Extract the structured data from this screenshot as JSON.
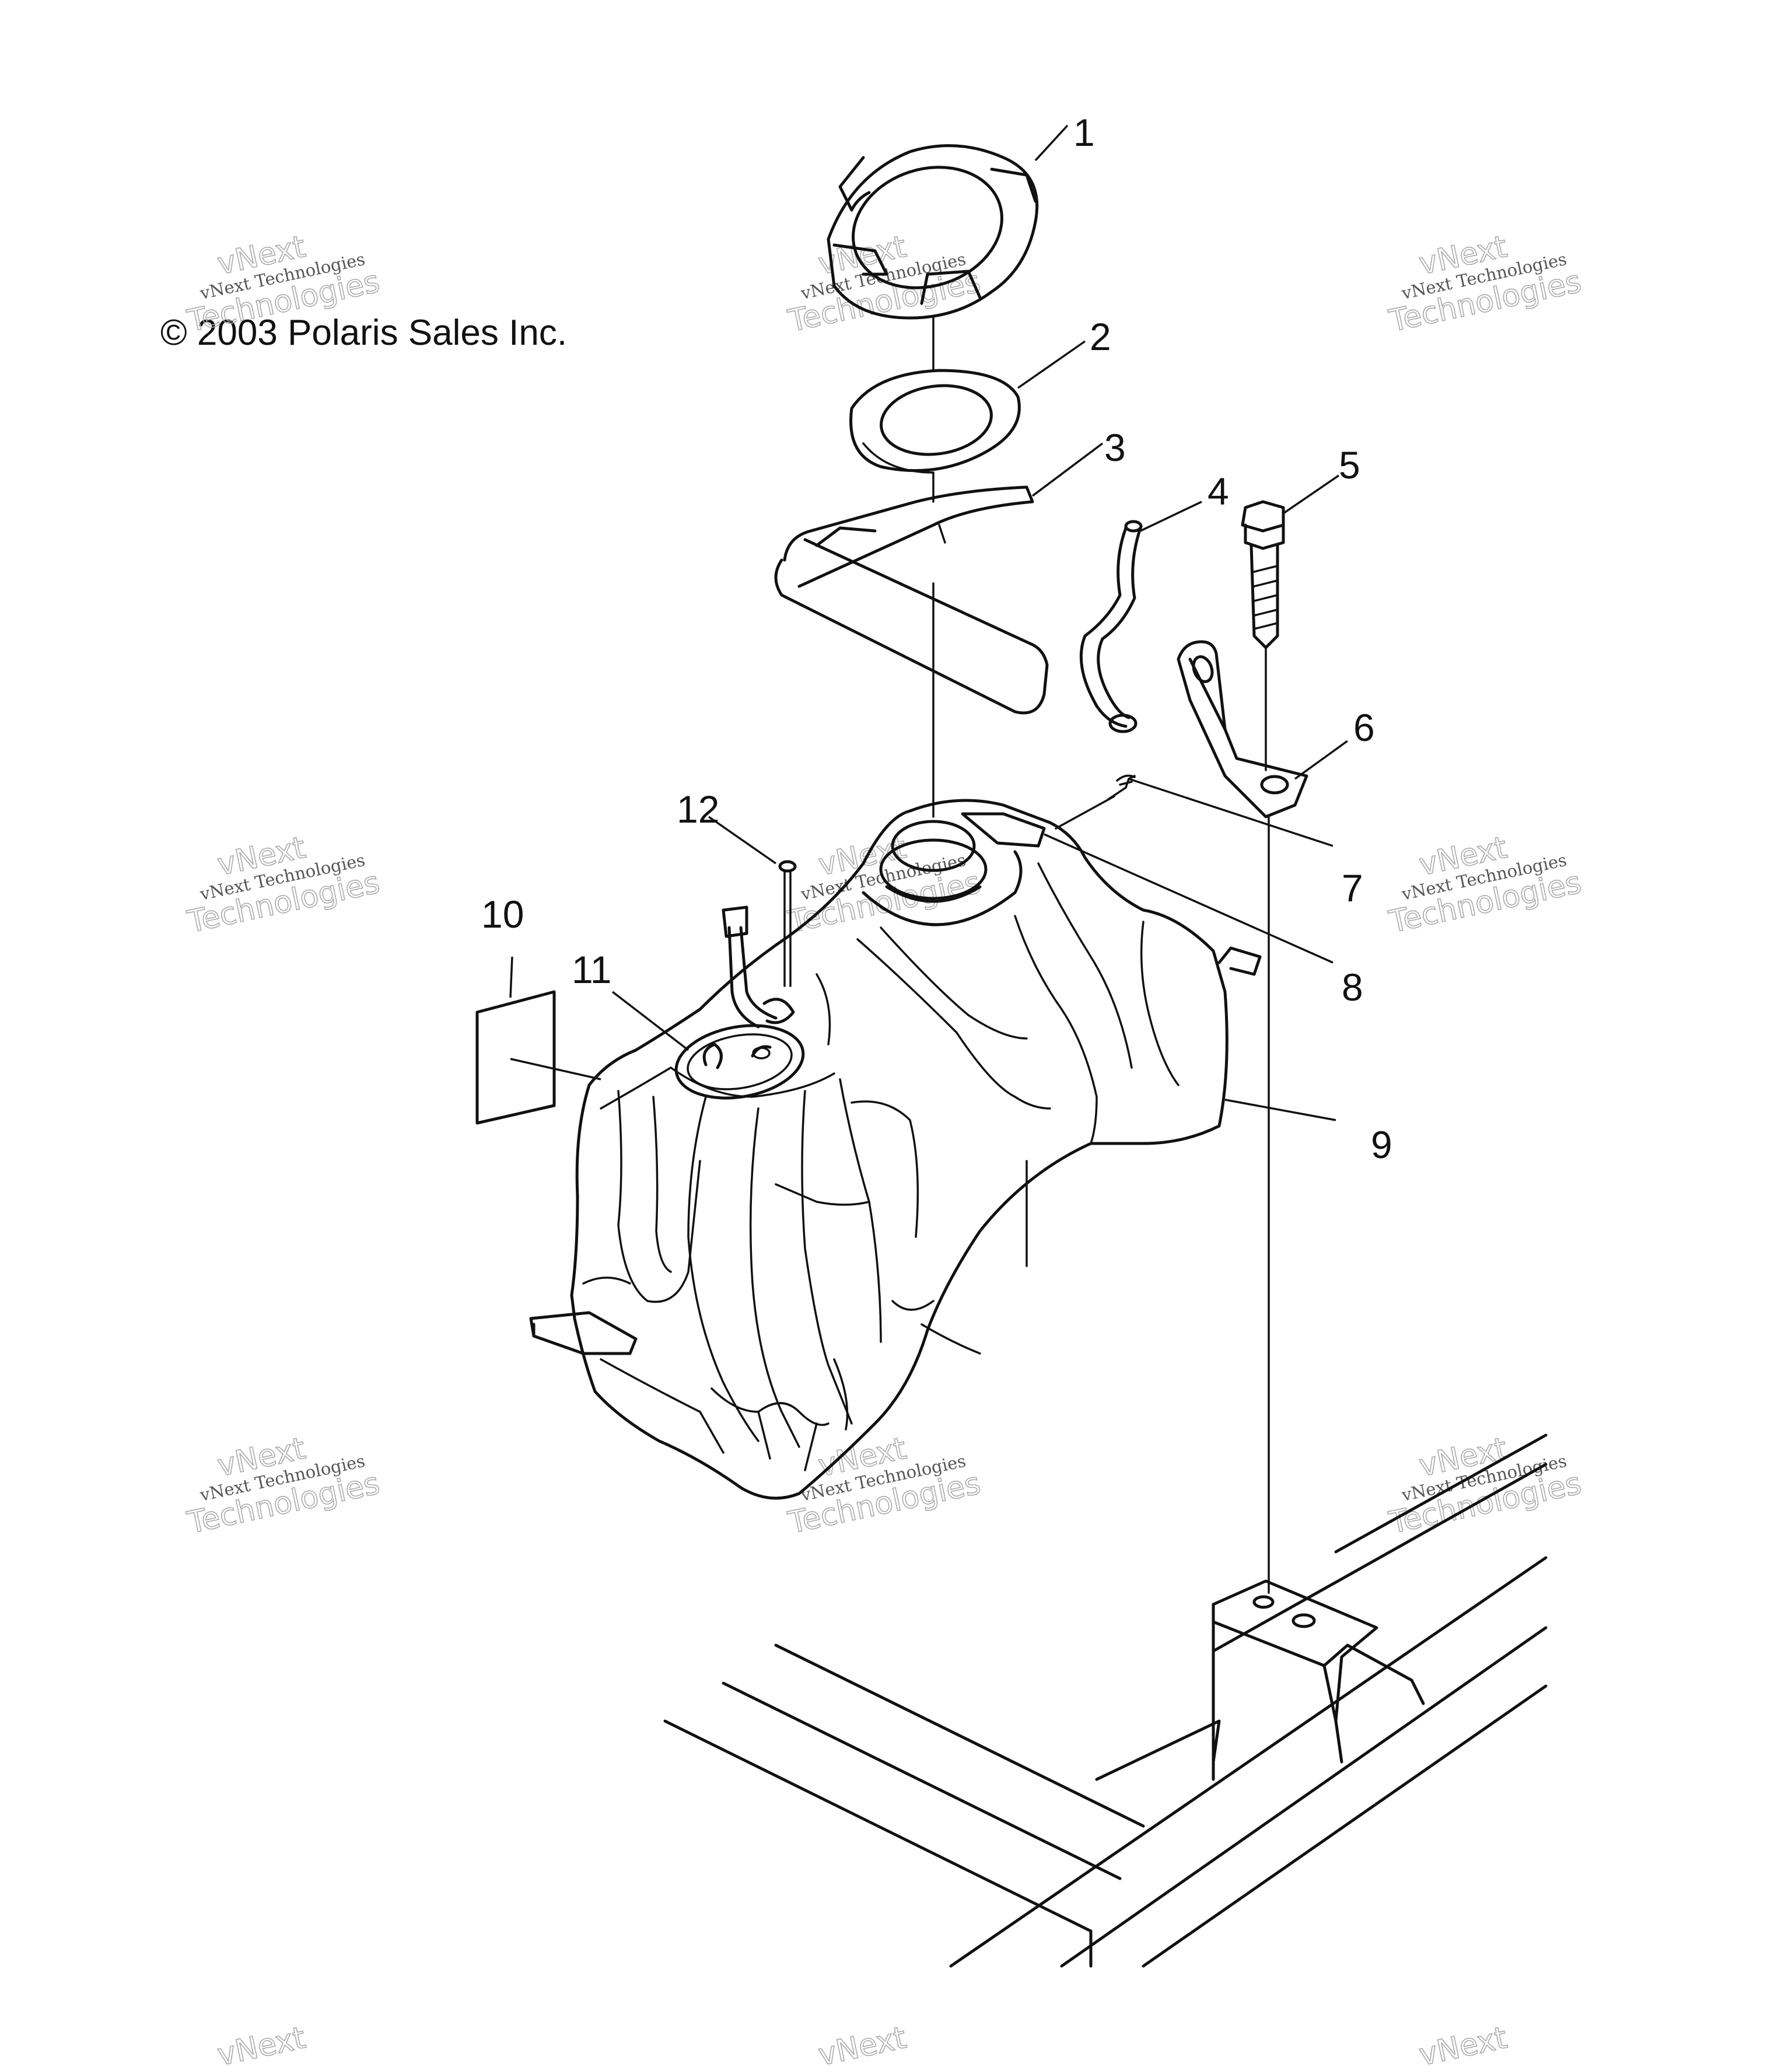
{
  "copyright": "© 2003 Polaris Sales Inc.",
  "watermark": {
    "line1": "vNext Technologies",
    "line2": "vNext",
    "line3": "Technologies"
  },
  "callouts": [
    "1",
    "2",
    "3",
    "4",
    "5",
    "6",
    "7",
    "8",
    "9",
    "10",
    "11",
    "12"
  ],
  "colors": {
    "ink": "#111111",
    "background": "#ffffff",
    "watermark": "#aaaaaa"
  }
}
